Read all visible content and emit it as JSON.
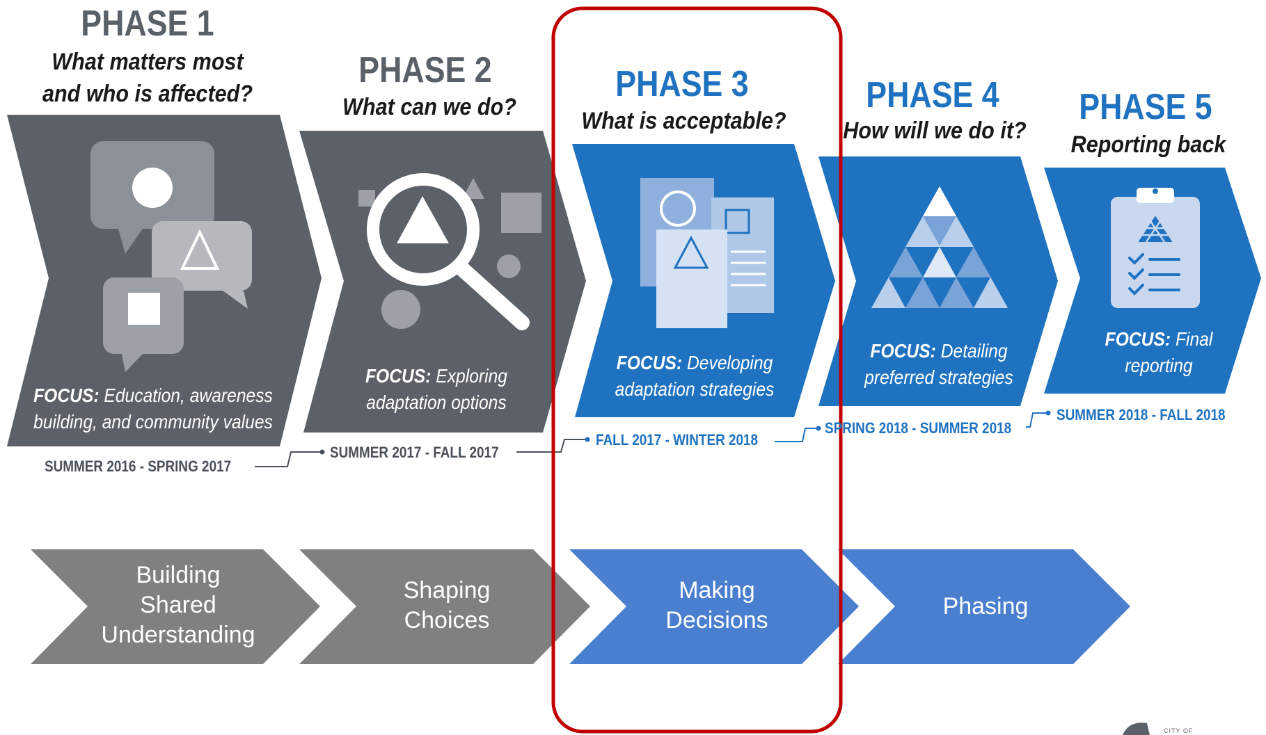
{
  "phases": [
    {
      "title": "PHASE 1",
      "question_lines": [
        "What matters most",
        "and who is affected?"
      ],
      "focus_label": "FOCUS:",
      "focus_lines": [
        "Education, awareness",
        "building, and community values"
      ],
      "dates": "SUMMER 2016 - SPRING 2017",
      "color": "#5b6069",
      "icon": "speech-bubbles-icon"
    },
    {
      "title": "PHASE 2",
      "question_lines": [
        "What can we do?"
      ],
      "focus_label": "FOCUS:",
      "focus_lines": [
        "Exploring",
        "adaptation options"
      ],
      "dates": "SUMMER 2017 - FALL 2017",
      "color": "#5b6069",
      "icon": "magnifier-icon"
    },
    {
      "title": "PHASE 3",
      "question_lines": [
        "What is acceptable?"
      ],
      "focus_label": "FOCUS:",
      "focus_lines": [
        "Developing",
        "adaptation strategies"
      ],
      "dates": "FALL 2017 - WINTER 2018",
      "color": "#1f72c0",
      "icon": "documents-icon"
    },
    {
      "title": "PHASE 4",
      "question_lines": [
        "How will we do it?"
      ],
      "focus_label": "FOCUS:",
      "focus_lines": [
        "Detailing",
        "preferred strategies"
      ],
      "dates": "SPRING 2018 - SUMMER 2018",
      "color": "#1f72c0",
      "icon": "triangle-pyramid-icon"
    },
    {
      "title": "PHASE 5",
      "question_lines": [
        "Reporting back"
      ],
      "focus_label": "FOCUS:",
      "focus_lines": [
        "Final",
        "reporting"
      ],
      "dates": "SUMMER 2018 - FALL 2018",
      "color": "#1f72c0",
      "icon": "clipboard-checklist-icon"
    }
  ],
  "steps": [
    {
      "label_lines": [
        "Building",
        "Shared",
        "Understanding"
      ],
      "color": "#808080"
    },
    {
      "label_lines": [
        "Shaping",
        "Choices"
      ],
      "color": "#808080"
    },
    {
      "label_lines": [
        "Making",
        "Decisions"
      ],
      "color": "#4a7fcf"
    },
    {
      "label_lines": [
        "Phasing"
      ],
      "color": "#4a7fcf"
    }
  ],
  "highlight": {
    "color": "#c00000",
    "target": "PHASE 3"
  },
  "logo": {
    "text": "CITY OF"
  }
}
